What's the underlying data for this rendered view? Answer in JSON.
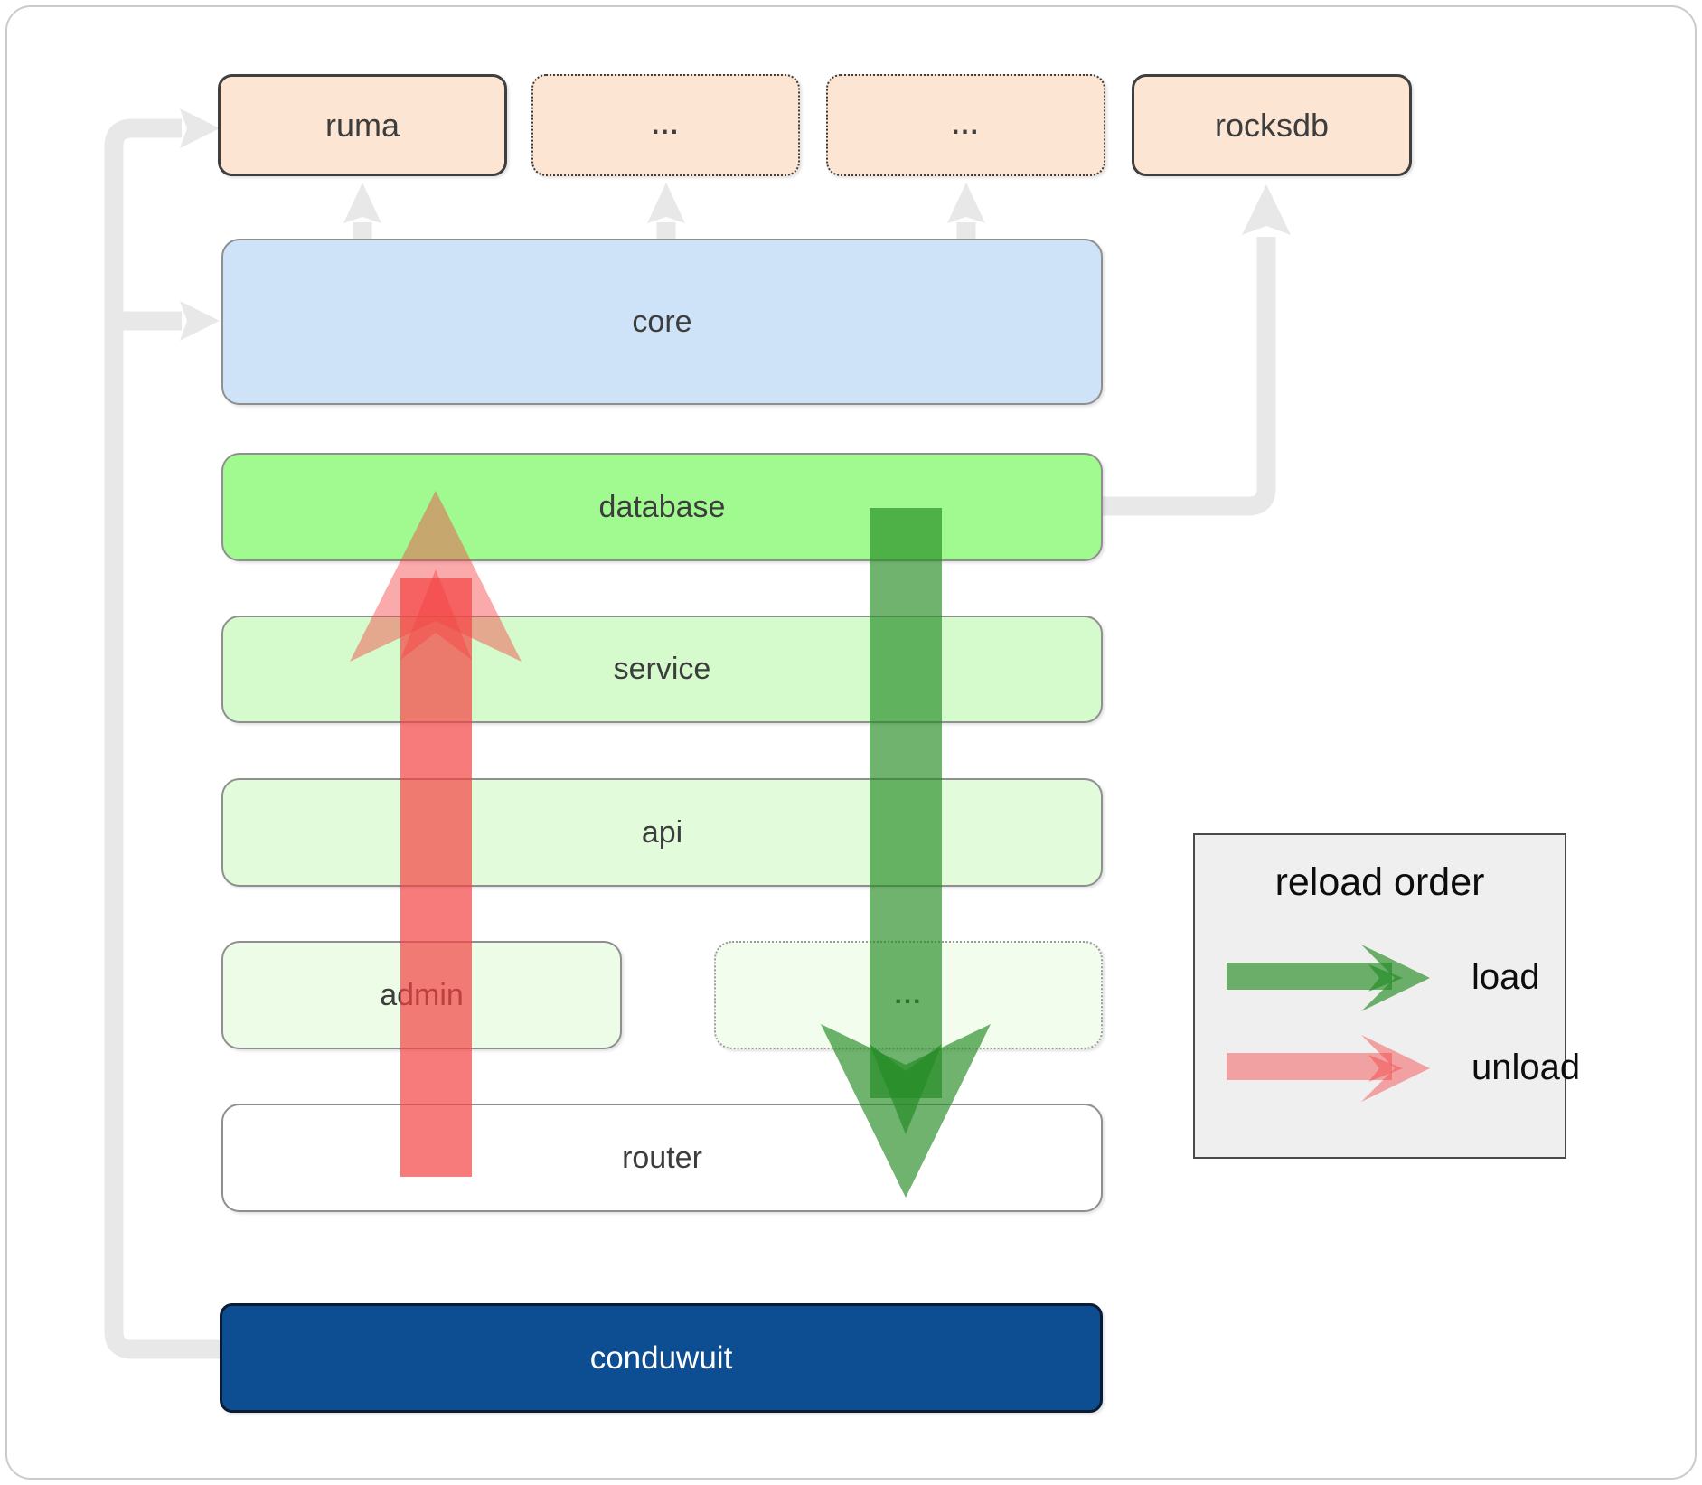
{
  "nodes": {
    "ruma": "ruma",
    "ellipsis_top_1": "...",
    "ellipsis_top_2": "...",
    "rocksdb": "rocksdb",
    "core": "core",
    "database": "database",
    "service": "service",
    "api": "api",
    "admin": "admin",
    "ellipsis_admin": "...",
    "router": "router",
    "conduwuit": "conduwuit"
  },
  "legend": {
    "title": "reload order",
    "load": "load",
    "unload": "unload"
  },
  "colors": {
    "load_green": "rgba(34,139,34,0.65)",
    "unload_red": "rgba(245,66,66,0.45)",
    "connector_gray": "#e8e8e8",
    "peach": "#fce5d3",
    "core_blue": "#cfe3f8",
    "database_green": "#a0fa90",
    "service_green": "#d5fbcd",
    "api_green": "#e2fcdb",
    "admin_green": "#edfce7",
    "ellipsis_green": "#f2fdee",
    "router_white": "#ffffff",
    "conduwuit_navy": "#0d4d91",
    "legend_bg": "#efefef"
  }
}
